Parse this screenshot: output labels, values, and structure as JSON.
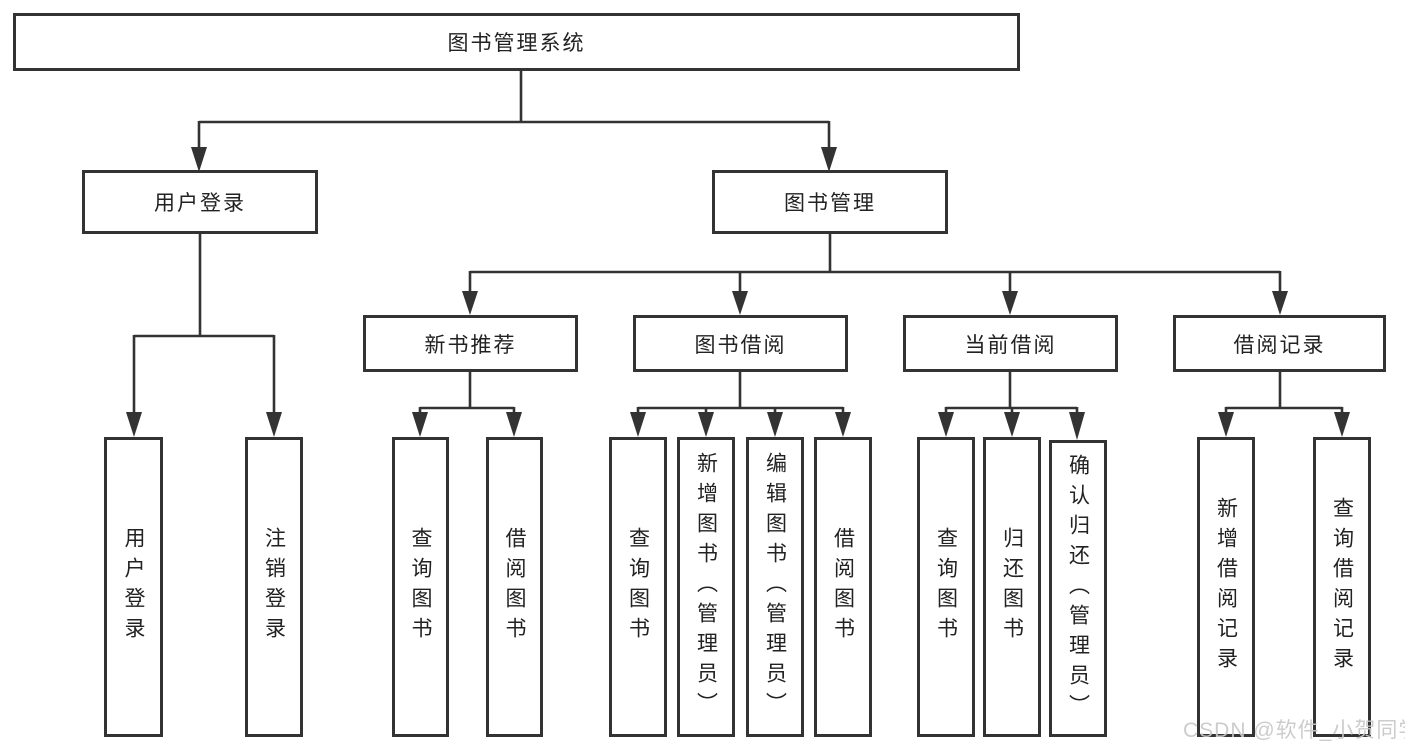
{
  "nodes": {
    "root": "图书管理系统",
    "user_login": "用户登录",
    "book_mgmt": "图书管理",
    "new_book_rec": "新书推荐",
    "book_borrow": "图书借阅",
    "current_borrow": "当前借阅",
    "borrow_record": "借阅记录"
  },
  "leaves": {
    "user_login": [
      "用户登录",
      "注销登录"
    ],
    "new_book_rec": [
      "查询图书",
      "借阅图书"
    ],
    "book_borrow": [
      "查询图书",
      "新增图书（管理员）",
      "编辑图书（管理员）",
      "借阅图书"
    ],
    "current_borrow": [
      "查询图书",
      "归还图书",
      "确认归还（管理员）"
    ],
    "borrow_record": [
      "新增借阅记录",
      "查询借阅记录"
    ]
  },
  "watermark": "CSDN @软件_小贺同学",
  "colors": {
    "line": "#333333",
    "text": "#222222",
    "watermark": "#c8c8c8",
    "background": "#ffffff"
  }
}
